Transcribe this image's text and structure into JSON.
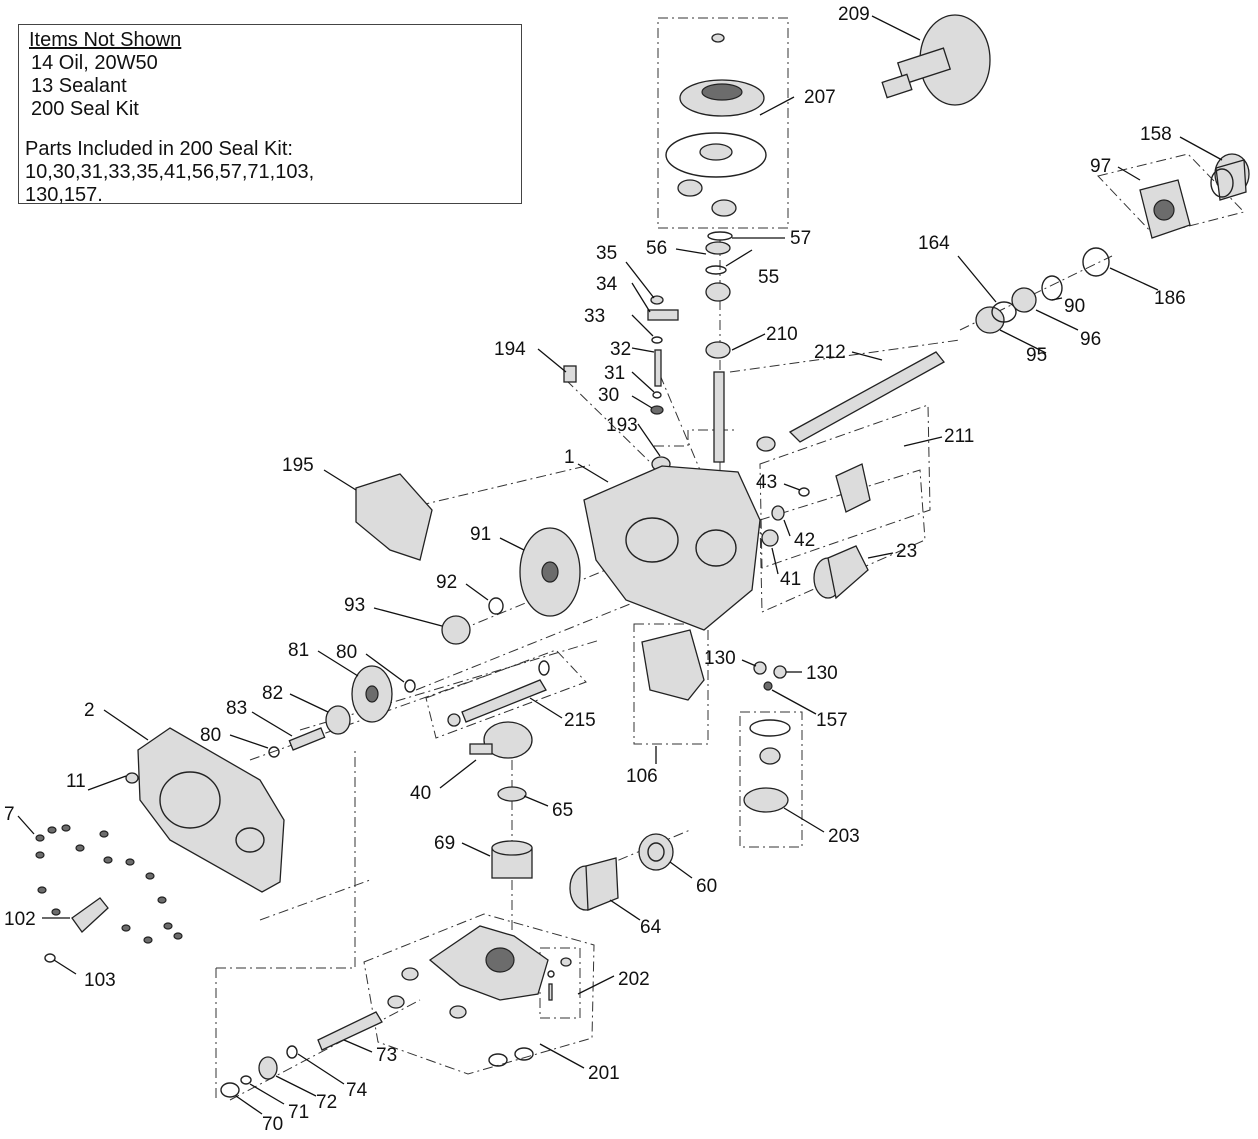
{
  "notes_box": {
    "title": "Items Not Shown",
    "lines": [
      "14 Oil, 20W50",
      "13  Sealant",
      "200 Seal Kit"
    ],
    "kit_heading": "Parts Included in 200 Seal Kit:",
    "kit_lines": [
      "10,30,31,33,35,41,56,57,71,103,",
      "130,157."
    ]
  },
  "callouts": {
    "c209": "209",
    "c207": "207",
    "c158": "158",
    "c97": "97",
    "c57": "57",
    "c56": "56",
    "c55": "55",
    "c35": "35",
    "c34": "34",
    "c33": "33",
    "c32": "32",
    "c31": "31",
    "c30": "30",
    "c194": "194",
    "c193": "193",
    "c210": "210",
    "c212": "212",
    "c164": "164",
    "c90": "90",
    "c96": "96",
    "c95": "95",
    "c186": "186",
    "c1": "1",
    "c195": "195",
    "c211": "211",
    "c43": "43",
    "c42": "42",
    "c41": "41",
    "c23": "23",
    "c91": "91",
    "c92": "92",
    "c93": "93",
    "c81": "81",
    "c80a": "80",
    "c82": "82",
    "c83": "83",
    "c80b": "80",
    "c2": "2",
    "c215": "215",
    "c130a": "130",
    "c130b": "130",
    "c157": "157",
    "c106": "106",
    "c40": "40",
    "c65": "65",
    "c11": "11",
    "c7": "7",
    "c69": "69",
    "c60": "60",
    "c64": "64",
    "c203": "203",
    "c102": "102",
    "c103": "103",
    "c202": "202",
    "c73": "73",
    "c74": "74",
    "c201": "201",
    "c72": "72",
    "c71": "71",
    "c70": "70"
  }
}
